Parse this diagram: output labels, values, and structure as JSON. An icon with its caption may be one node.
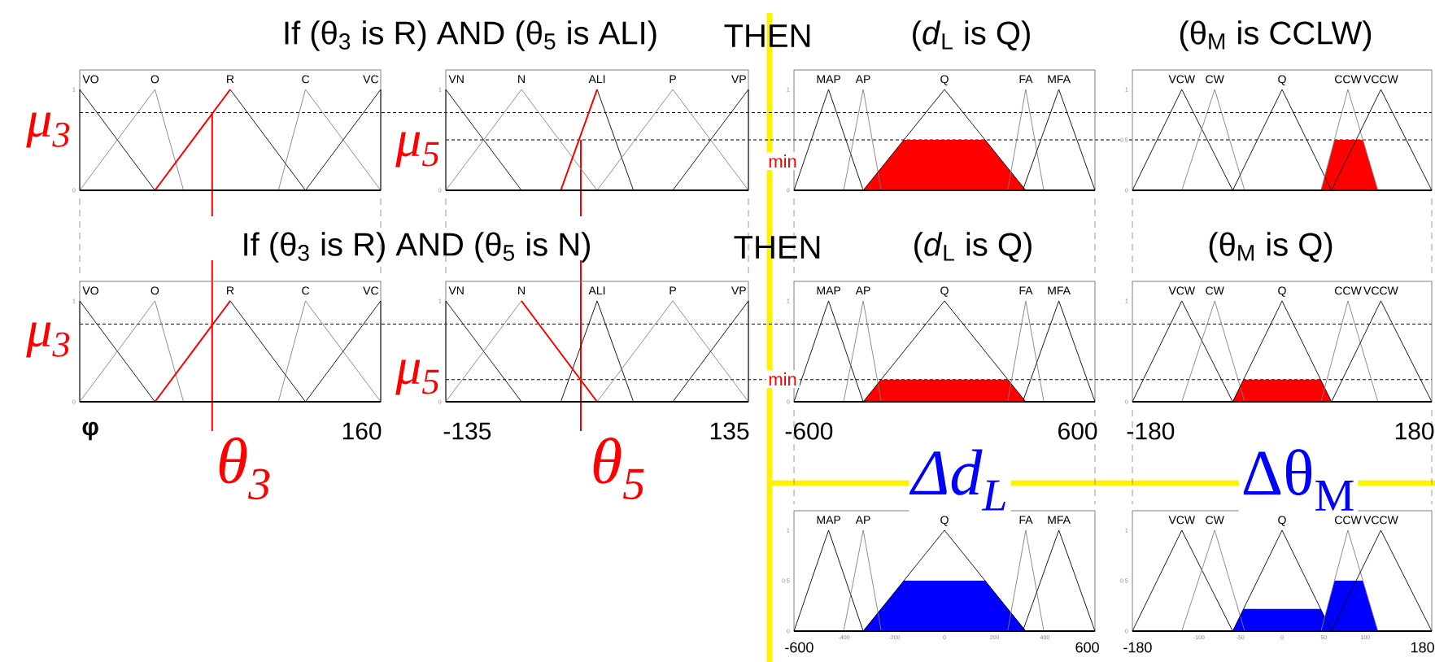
{
  "diagram": {
    "nodes": [
      {
        "text": [
          "VO",
          "O",
          "R",
          "C",
          "VC"
        ],
        "beside": [
          "1",
          "0"
        ]
      },
      {
        "text": [
          "VN",
          "N",
          "ALI",
          "P",
          "VP"
        ],
        "beside": [
          "1",
          "0"
        ]
      },
      {
        "text": [
          "MAP",
          "AP",
          "Q",
          "FA",
          "MFA"
        ],
        "beside": [
          "1",
          "0"
        ]
      },
      {
        "text": [
          "VCW",
          "CW",
          "Q",
          "CCW",
          "VCCW"
        ],
        "beside": [
          "1",
          "0.5",
          "0"
        ]
      },
      {
        "text": [
          "VO",
          "O",
          "R",
          "C",
          "VC"
        ],
        "beside": [
          "1",
          "0"
        ]
      },
      {
        "text": [
          "VN",
          "N",
          "ALI",
          "P",
          "VP"
        ],
        "beside": [
          "1",
          "0"
        ]
      },
      {
        "text": [
          "MAP",
          "AP",
          "Q",
          "FA",
          "MFA"
        ],
        "beside": [
          "1",
          "0"
        ]
      },
      {
        "text": [
          "VCW",
          "CW",
          "Q",
          "CCW",
          "VCCW"
        ],
        "beside": [
          "1",
          "0"
        ]
      },
      {
        "text": [
          "MAP",
          "AP",
          "Q",
          "FA",
          "MFA"
        ],
        "beside": [
          "1",
          "0.5",
          "0",
          "-400",
          "-200",
          "0",
          "200",
          "400"
        ]
      },
      {
        "text": [
          "VCW",
          "CW",
          "Q",
          "CCW",
          "VCCW"
        ],
        "beside": [
          "1",
          "0.5",
          "0",
          "-100",
          "-50",
          "0",
          "50",
          "100"
        ]
      }
    ],
    "labels": [
      "If (θ$_{3}$ is R) AND (θ$_{5}$ is ALI)",
      "THEN",
      "(*d*$_{L}$ is Q)",
      "(θ$_{M}$ is CCLW)",
      "μ$_{3}$",
      "μ$_{5}$",
      "min",
      "If (θ$_{3}$ is R) AND (θ$_{5}$ is N)",
      "THEN",
      "(*d*$_{L}$ is Q)",
      "(θ$_{M}$ is Q)",
      "μ$_{3}$",
      "μ$_{5}$",
      "min",
      "φ",
      "160",
      "-135",
      "135",
      "-600",
      "600",
      "-180",
      "180",
      "θ$_{3}$",
      "θ$_{5}$",
      "Δd$_{L}$",
      "Δθ$_{M}$",
      "-600",
      "600",
      "-180",
      "180"
    ]
  }
}
